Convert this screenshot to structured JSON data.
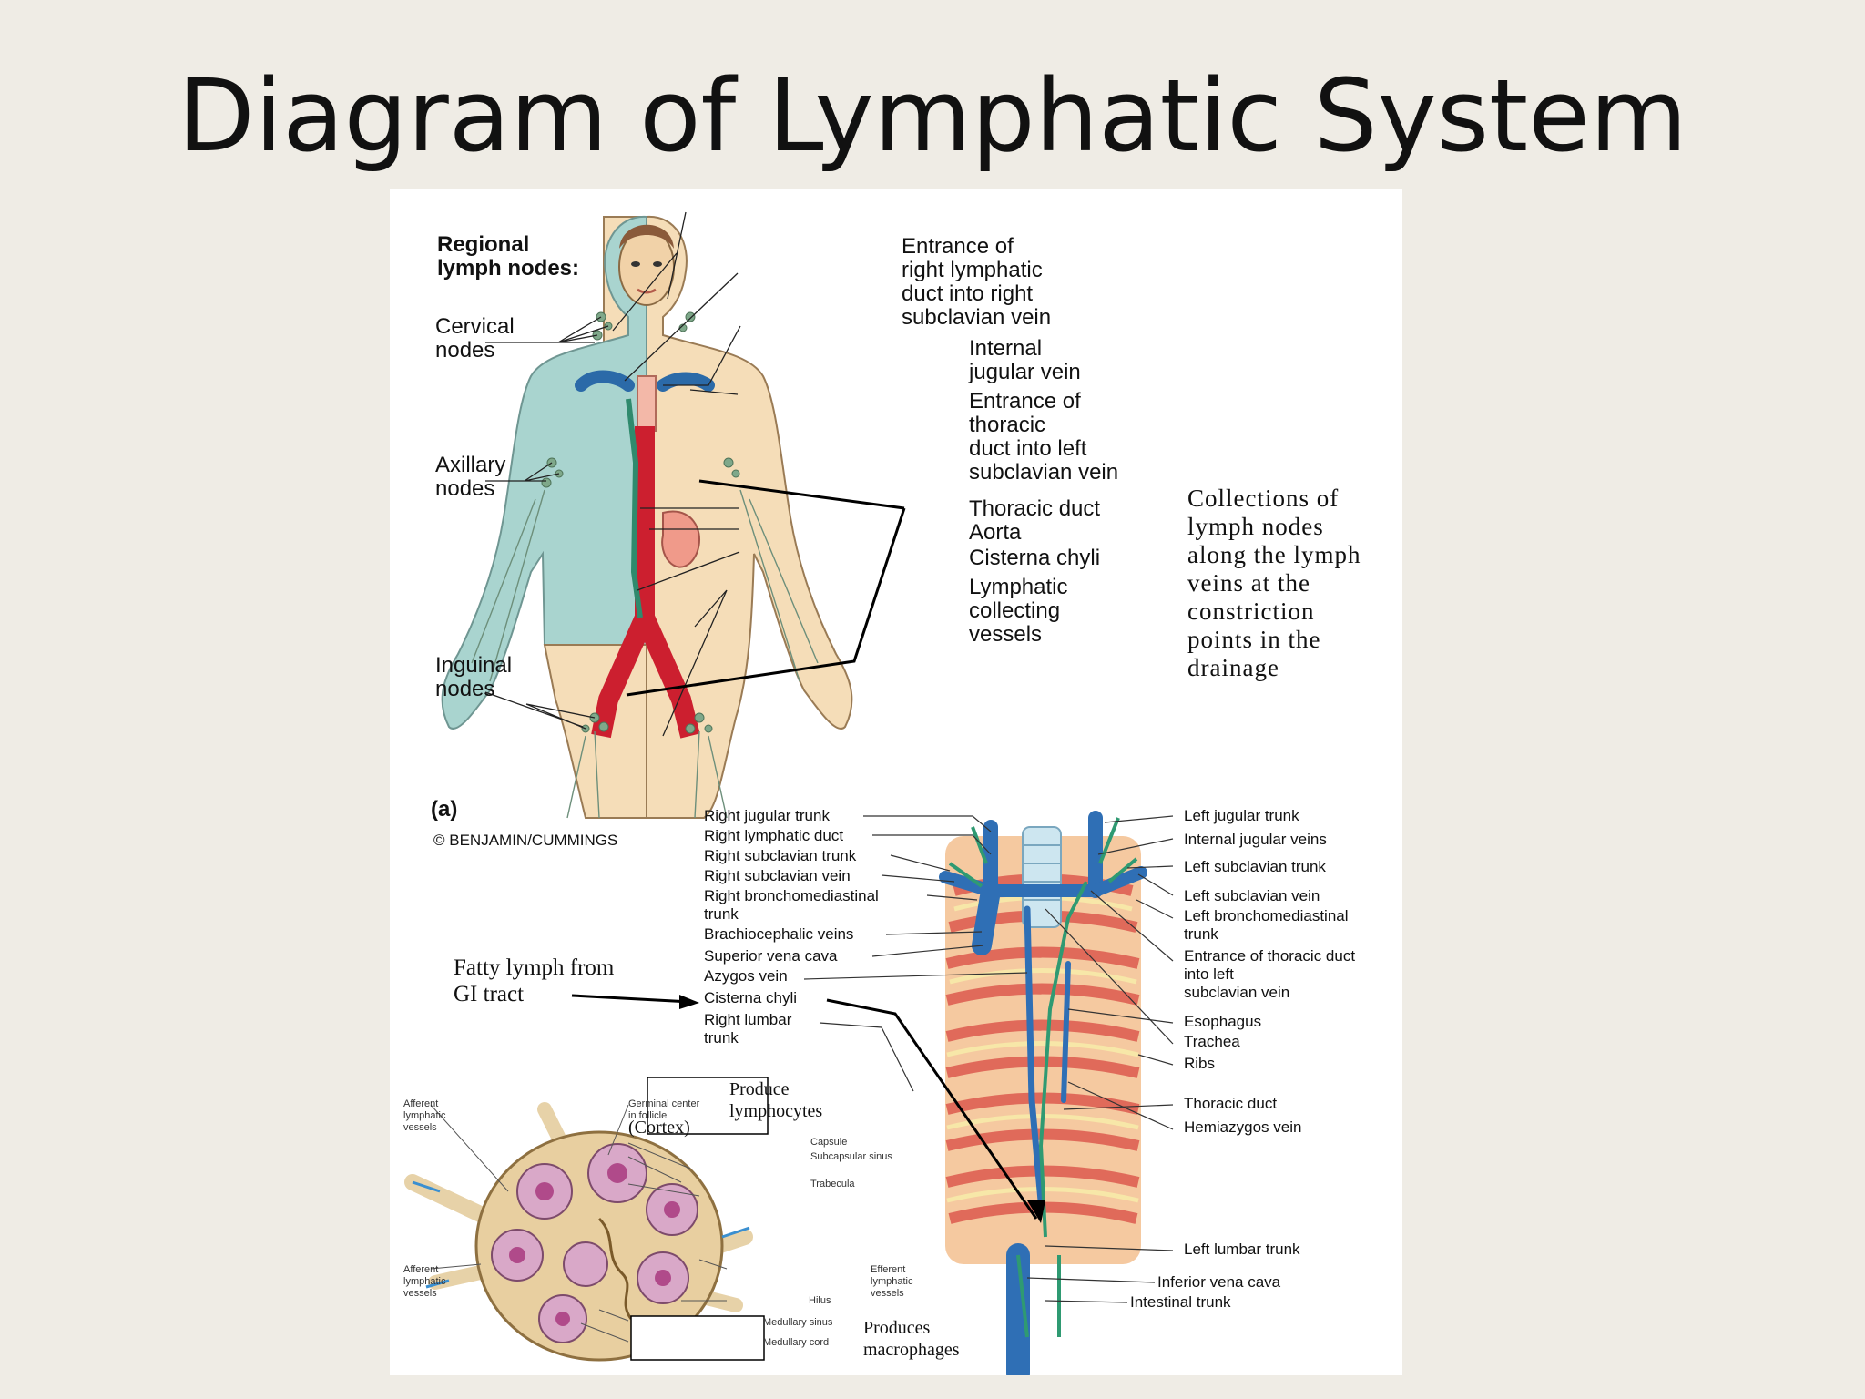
{
  "slide": {
    "title": "Diagram of Lymphatic System"
  },
  "panel_a": {
    "heading": "Regional\nlymph nodes:",
    "left_labels": [
      "Cervical\nnodes",
      "Axillary\nnodes",
      "Inguinal\nnodes"
    ],
    "right_labels": [
      "Entrance of\nright lymphatic\nduct into right\nsubclavian vein",
      "Internal\njugular vein",
      "Entrance of\nthoracic\nduct into left\nsubclavian vein",
      "Thoracic duct",
      "Aorta",
      "Cisterna chyli",
      "Lymphatic\ncollecting\nvessels"
    ],
    "panel_letter": "(a)",
    "credit": "© BENJAMIN/CUMMINGS"
  },
  "annotation_collections": "Collections of\nlymph nodes\nalong the lymph\nveins at the\nconstriction\npoints in the\ndrainage",
  "panel_b": {
    "left_labels": [
      "Right jugular trunk",
      "Right lymphatic duct",
      "Right subclavian trunk",
      "Right subclavian vein",
      "Right bronchomediastinal\ntrunk",
      "Brachiocephalic veins",
      "Superior vena cava",
      "Azygos vein",
      "Cisterna chyli",
      "Right lumbar\ntrunk"
    ],
    "right_labels": [
      "Left jugular trunk",
      "Internal jugular veins",
      "Left subclavian trunk",
      "Left subclavian vein",
      "Left bronchomediastinal\ntrunk",
      "Entrance of thoracic duct\ninto left\nsubclavian vein",
      "Esophagus",
      "Trachea",
      "Ribs",
      "Thoracic duct",
      "Hemiazygos vein",
      "Left lumbar trunk",
      "Inferior vena cava",
      "Intestinal trunk"
    ]
  },
  "annotation_fatty": "Fatty lymph from\nGI tract",
  "lymph_node": {
    "small_labels": [
      "Afferent\nlymphatic\nvessels",
      "Germinal center\nin follicle",
      "Capsule",
      "Subcapsular sinus",
      "Trabecula",
      "Afferent\nlymphatic\nvessels",
      "Efferent\nlymphatic\nvessels",
      "Hilus",
      "Medullary sinus",
      "Medullary cord"
    ],
    "box_lymphocytes": "Produce\nlymphocytes",
    "cortex": "(Cortex)",
    "box_macrophages": "Produces\nmacrophages"
  }
}
